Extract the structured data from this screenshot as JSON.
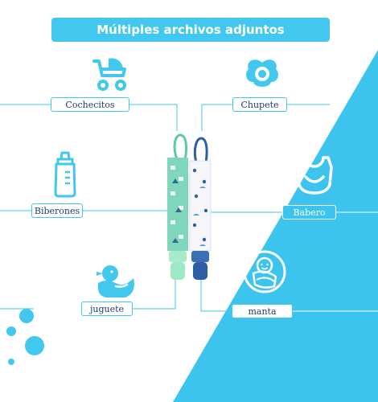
{
  "title": "Múltiples archivos adjuntos",
  "items": {
    "stroller": {
      "label": "Cochecitos",
      "icon": "stroller-icon"
    },
    "pacifier": {
      "label": "Chupete",
      "icon": "pacifier-icon"
    },
    "bottle": {
      "label": "Biberones",
      "icon": "baby-bottle-icon"
    },
    "bib": {
      "label": "Babero",
      "icon": "bib-icon"
    },
    "toy": {
      "label": "juguete",
      "icon": "rubber-duck-icon"
    },
    "blanket": {
      "label": "manta",
      "icon": "swaddled-baby-icon"
    }
  },
  "colors": {
    "accent": "#42c7ee",
    "label_text": "#1d3d72",
    "clip_green": "#9fe8c5",
    "clip_blue": "#2f5fa3"
  }
}
